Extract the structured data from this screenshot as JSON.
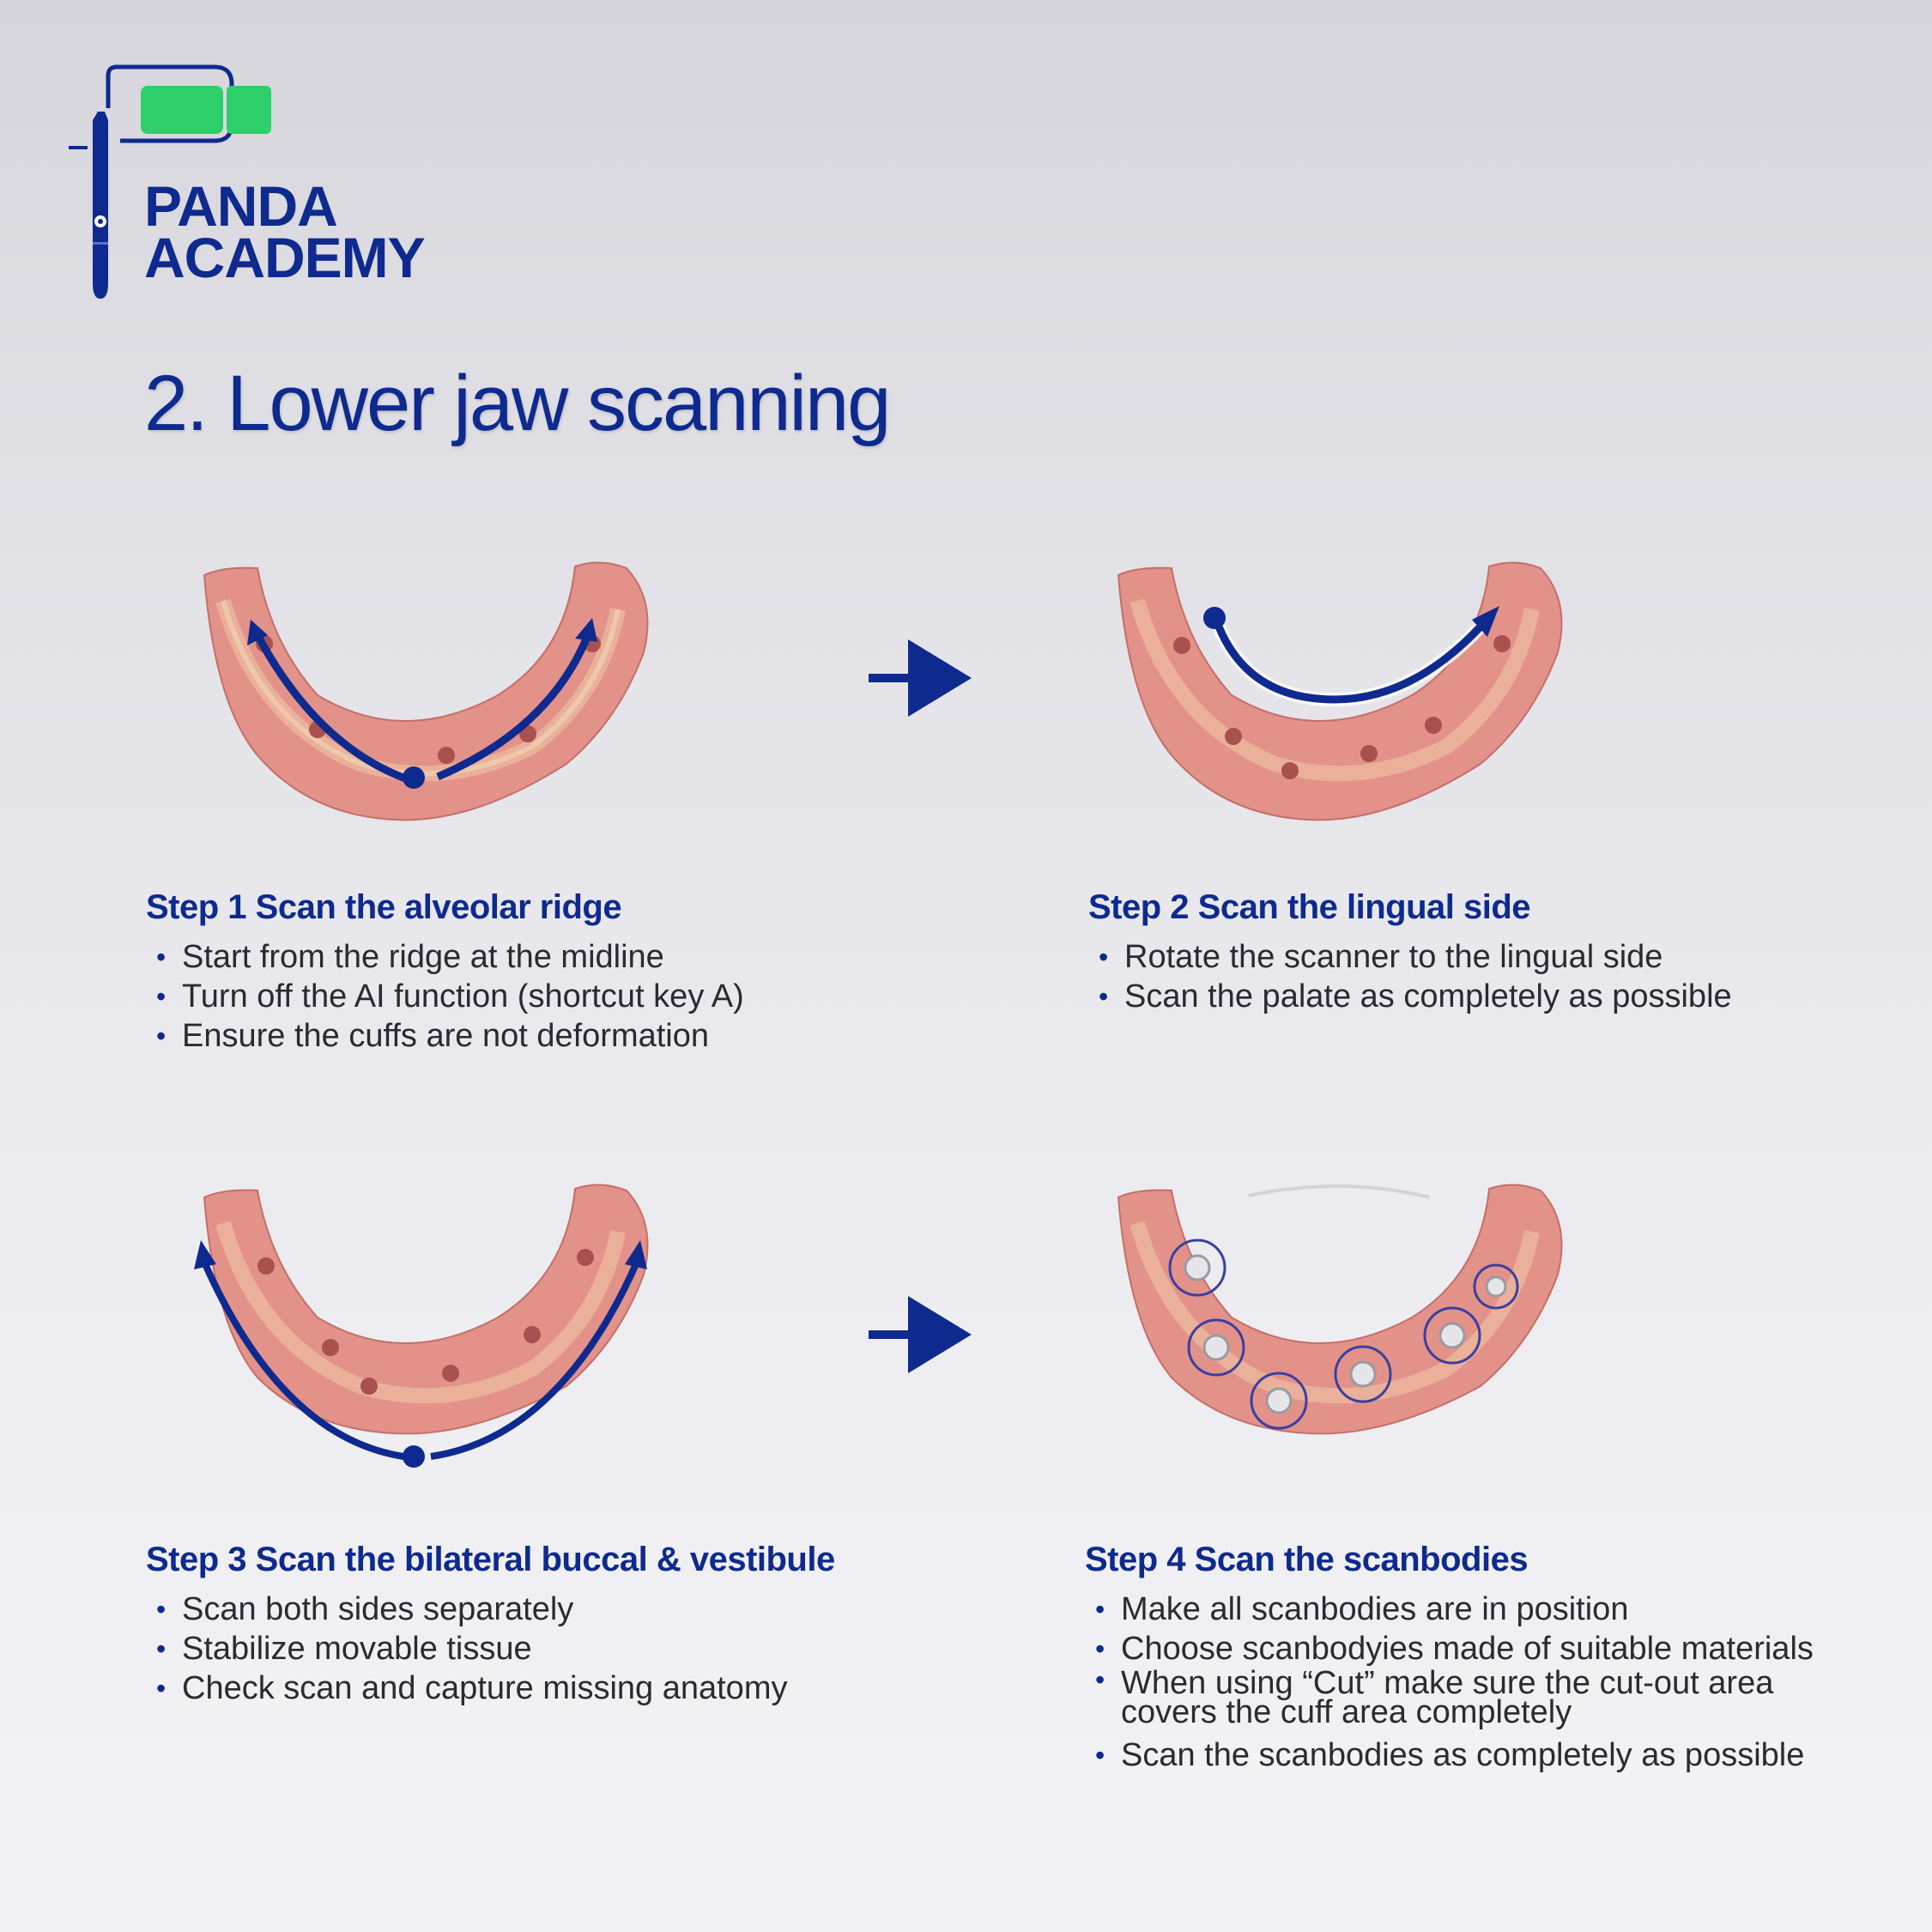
{
  "brand": {
    "line1": "PANDA",
    "line2": "ACADEMY",
    "colors": {
      "navy": "#0e2a8f",
      "green": "#2fcf6a",
      "gum": "#e4958a"
    }
  },
  "title": "2. Lower jaw scanning",
  "steps": [
    {
      "title": "Step 1 Scan the alveolar ridge",
      "items": [
        "Start from the ridge at the midline",
        "Turn off the AI function (shortcut key A)",
        "Ensure the cuffs are not deformation"
      ]
    },
    {
      "title": "Step 2 Scan the lingual side",
      "items": [
        "Rotate the scanner to the lingual side",
        "Scan the palate as completely as possible"
      ]
    },
    {
      "title": "Step 3 Scan the bilateral buccal & vestibule",
      "items": [
        "Scan both sides separately",
        "Stabilize movable tissue",
        "Check scan and capture missing anatomy"
      ]
    },
    {
      "title": "Step 4 Scan the scanbodies",
      "items": [
        "Make all scanbodies are in position",
        "Choose scanbodyies made of suitable materials",
        "When using “Cut” make sure the cut-out area covers the cuff area completely",
        "Scan the scanbodies as completely as possible"
      ]
    }
  ]
}
